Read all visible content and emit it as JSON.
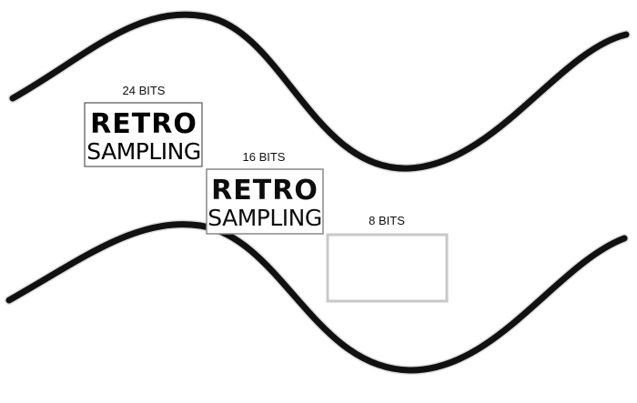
{
  "logo": {
    "line1": "RETRO",
    "line2": "SAMPLING"
  },
  "samples": [
    {
      "label": "24 BITS"
    },
    {
      "label": "16 BITS"
    },
    {
      "label": "8 BITS"
    }
  ],
  "colors": {
    "background": "#ffffff",
    "wave": "#111111",
    "box_24": "#333333",
    "box_16": "#888888",
    "box_8": "#c8c8c8",
    "text_24": "#000000",
    "text_16": "#111111",
    "text_8_retro": "#222222",
    "text_8_sampling": "#9a9a9a"
  }
}
